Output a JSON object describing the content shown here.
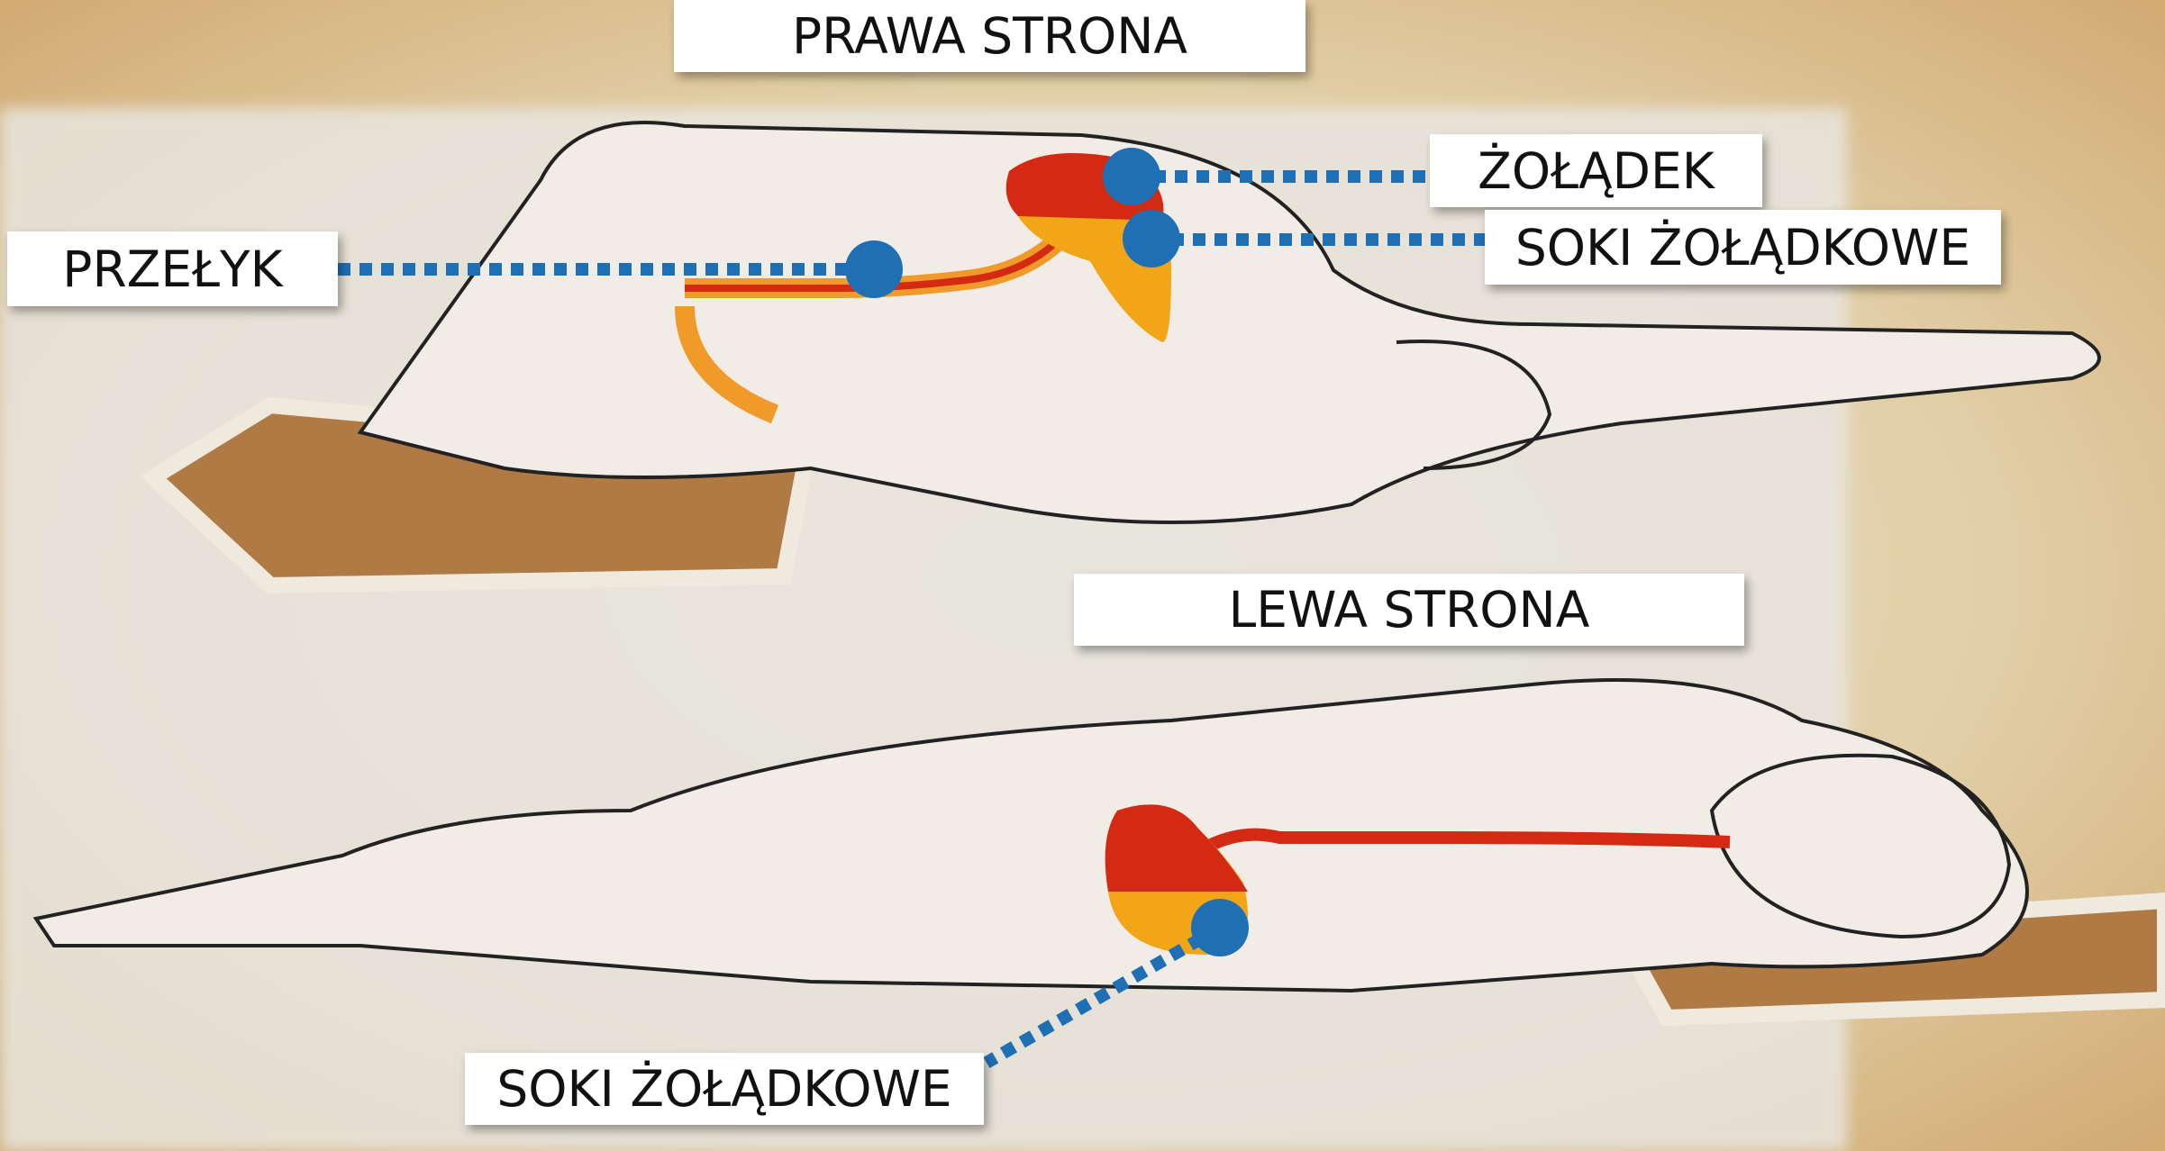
{
  "labels": {
    "right_side": "PRAWA STRONA",
    "left_side": "LEWA STRONA",
    "stomach": "ŻOŁĄDEK",
    "gastric_juices_top": "SOKI ŻOŁĄDKOWE",
    "esophagus": "PRZEŁYK",
    "gastric_juices_bottom": "SOKI ŻOŁĄDKOWE"
  },
  "colors": {
    "marker": "#1f6fb5",
    "stomach": "#d42a14",
    "juices": "#f2a516",
    "background": "#d9b98a"
  }
}
